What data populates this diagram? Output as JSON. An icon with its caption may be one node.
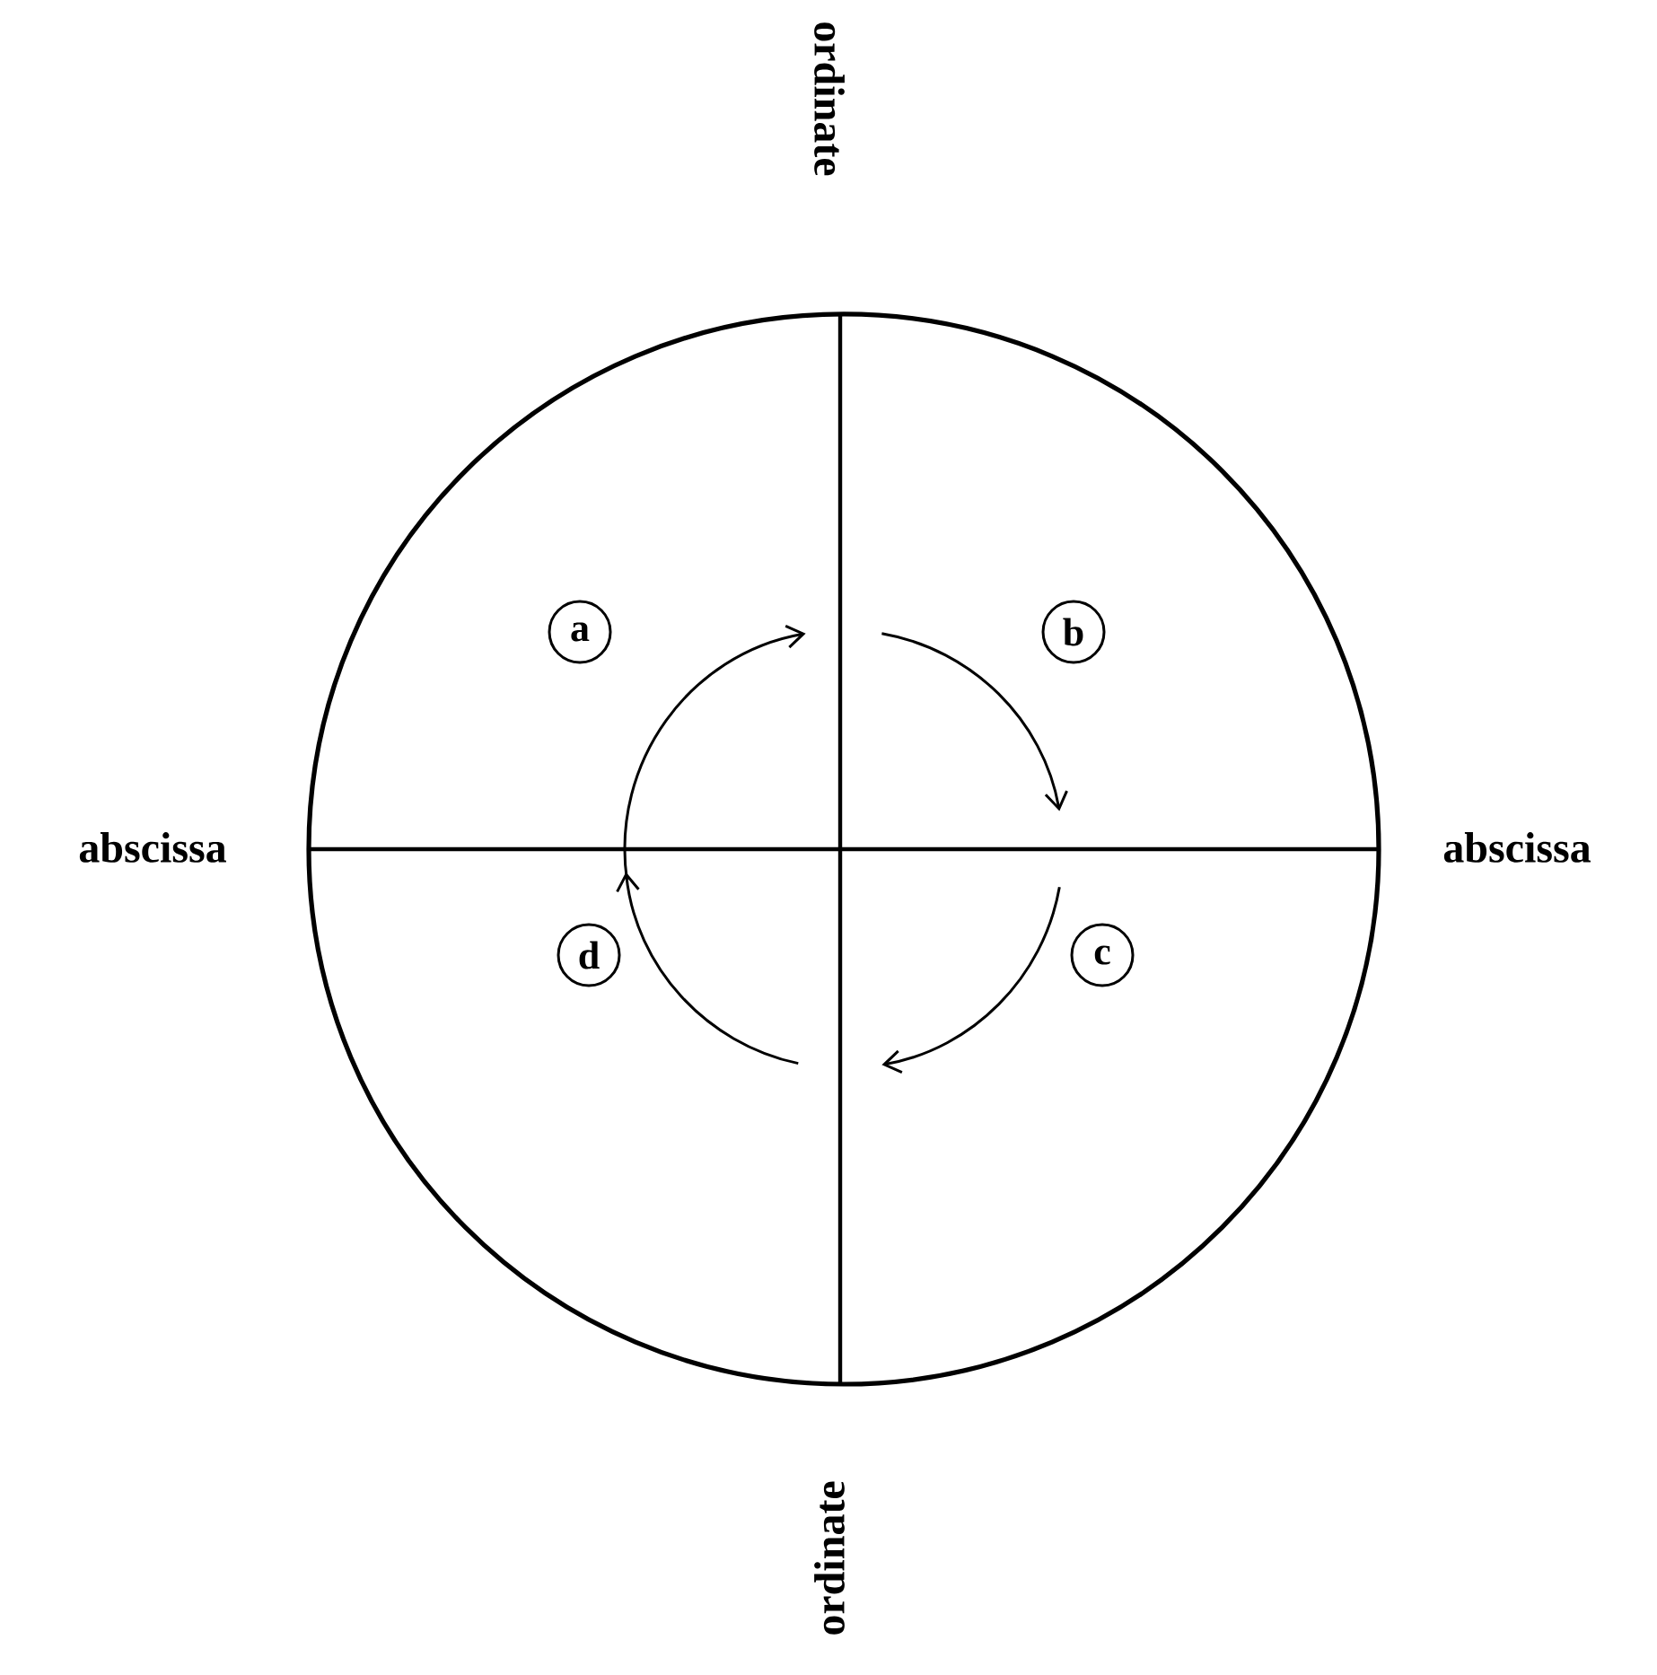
{
  "diagram": {
    "nodes": [
      {
        "text": [
          "a"
        ]
      },
      {
        "text": [
          "b"
        ]
      },
      {
        "text": [
          "c"
        ]
      },
      {
        "text": [
          "d"
        ]
      }
    ],
    "labels": [
      "ordinate",
      "abscissa",
      "abscissa",
      "ordinate"
    ]
  }
}
